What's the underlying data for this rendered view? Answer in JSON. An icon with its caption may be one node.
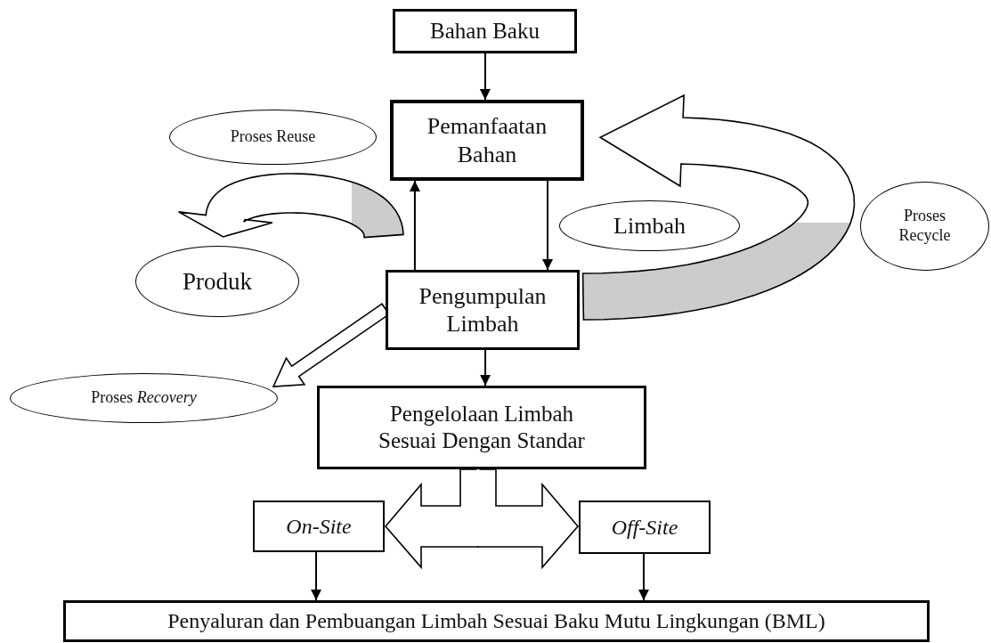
{
  "diagram": {
    "nodes": [
      {
        "text": [
          "Bahan Baku"
        ]
      },
      {
        "text": [
          "Pemanfaatan Bahan"
        ]
      },
      {
        "text": [
          "Proses Reuse"
        ]
      },
      {
        "text": [
          "Limbah"
        ]
      },
      {
        "text": [
          "Proses Recycle"
        ]
      },
      {
        "text": [
          "Produk"
        ]
      },
      {
        "text": [
          "Pengumpulan Limbah"
        ]
      },
      {
        "text": [
          "Proses *Recovery*"
        ]
      },
      {
        "text": [
          "Pengelolaan Limbah Sesuai Dengan Standar"
        ]
      },
      {
        "text": [
          "On-Site"
        ]
      },
      {
        "text": [
          "Off-Site"
        ]
      },
      {
        "text": [
          "Penyaluran dan Pembuangan Limbah Sesuai Baku Mutu Lingkungan (BML)"
        ]
      }
    ],
    "edges": [
      {
        "from": 0,
        "to": 1,
        "arrow": "to"
      },
      {
        "from": 1,
        "to": 6,
        "arrow": "to"
      },
      {
        "from": 6,
        "to": 1,
        "arrow": "to"
      },
      {
        "from": null,
        "to": 5,
        "arrow": "to",
        "style": "thick"
      },
      {
        "from": 6,
        "to": 1,
        "arrow": "to",
        "style": "thick"
      },
      {
        "from": 6,
        "to": 7,
        "arrow": "to",
        "style": "thick"
      },
      {
        "from": 6,
        "to": 8,
        "arrow": "to"
      },
      {
        "from": 8,
        "to": 9,
        "arrow": "to",
        "style": "thick"
      },
      {
        "from": 8,
        "to": 10,
        "arrow": "to",
        "style": "thick"
      },
      {
        "from": 9,
        "to": 11,
        "arrow": "to"
      },
      {
        "from": 10,
        "to": 11,
        "arrow": "to"
      }
    ]
  }
}
